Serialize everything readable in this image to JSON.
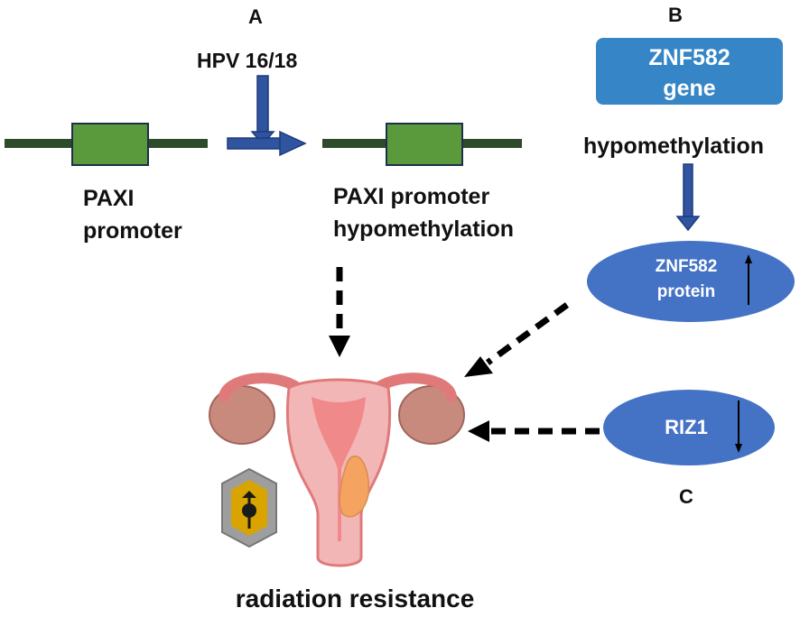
{
  "panels": {
    "a": "A",
    "b": "B",
    "c": "C"
  },
  "panel_a": {
    "virus": "HPV 16/18",
    "gene_label_line1": "PAXI",
    "gene_label_line2": "promoter",
    "result_line1": "PAXI  promoter",
    "result_line2": "hypomethylation"
  },
  "panel_b": {
    "gene_line1": "ZNF582",
    "gene_line2": "gene",
    "process": "hypomethylation",
    "protein_line1": "ZNF582",
    "protein_line2": "protein",
    "protein_trend": "up"
  },
  "panel_c": {
    "factor": "RIZ1",
    "factor_trend": "down"
  },
  "outcome": "radiation resistance",
  "colors": {
    "dna_line": "#2d4a2a",
    "promoter_box": "#5b9a3c",
    "arrow_blue": "#2f55a0",
    "gene_box": "#3585c7",
    "ellipse": "#4472c4",
    "uterus": "#f3b6b6",
    "uterus_outline": "#e07a7a",
    "tumor": "#f4a460",
    "shield_gold": "#d9a400"
  }
}
